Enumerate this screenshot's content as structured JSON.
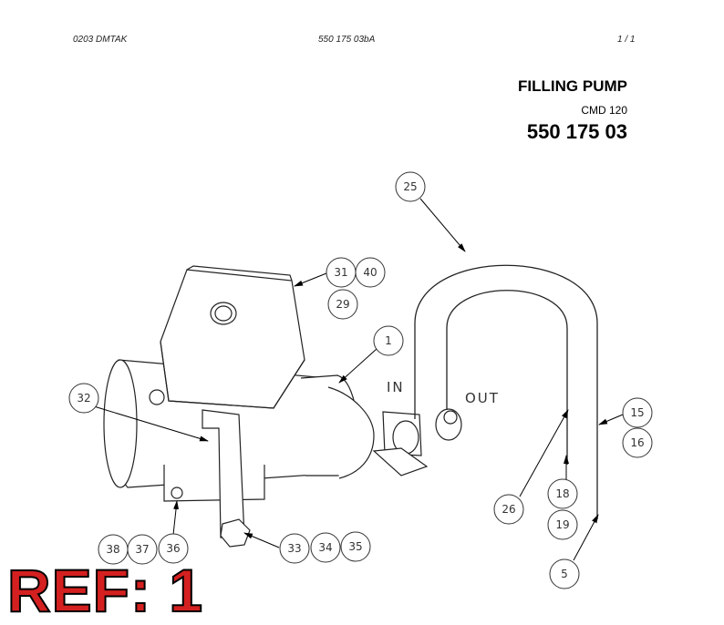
{
  "header": {
    "left": "0203 DMTAK",
    "center": "550 175 03bA",
    "right": "1 /   1"
  },
  "title": {
    "name": "FILLING PUMP",
    "model": "CMD 120",
    "part_number": "550 175 03"
  },
  "ports": {
    "in": "IN",
    "out": "OUT"
  },
  "callouts": [
    "25",
    "31",
    "40",
    "29",
    "1",
    "32",
    "15",
    "16",
    "26",
    "18",
    "19",
    "5",
    "38",
    "37",
    "36",
    "33",
    "34",
    "35"
  ],
  "ref_label": "REF: 1"
}
